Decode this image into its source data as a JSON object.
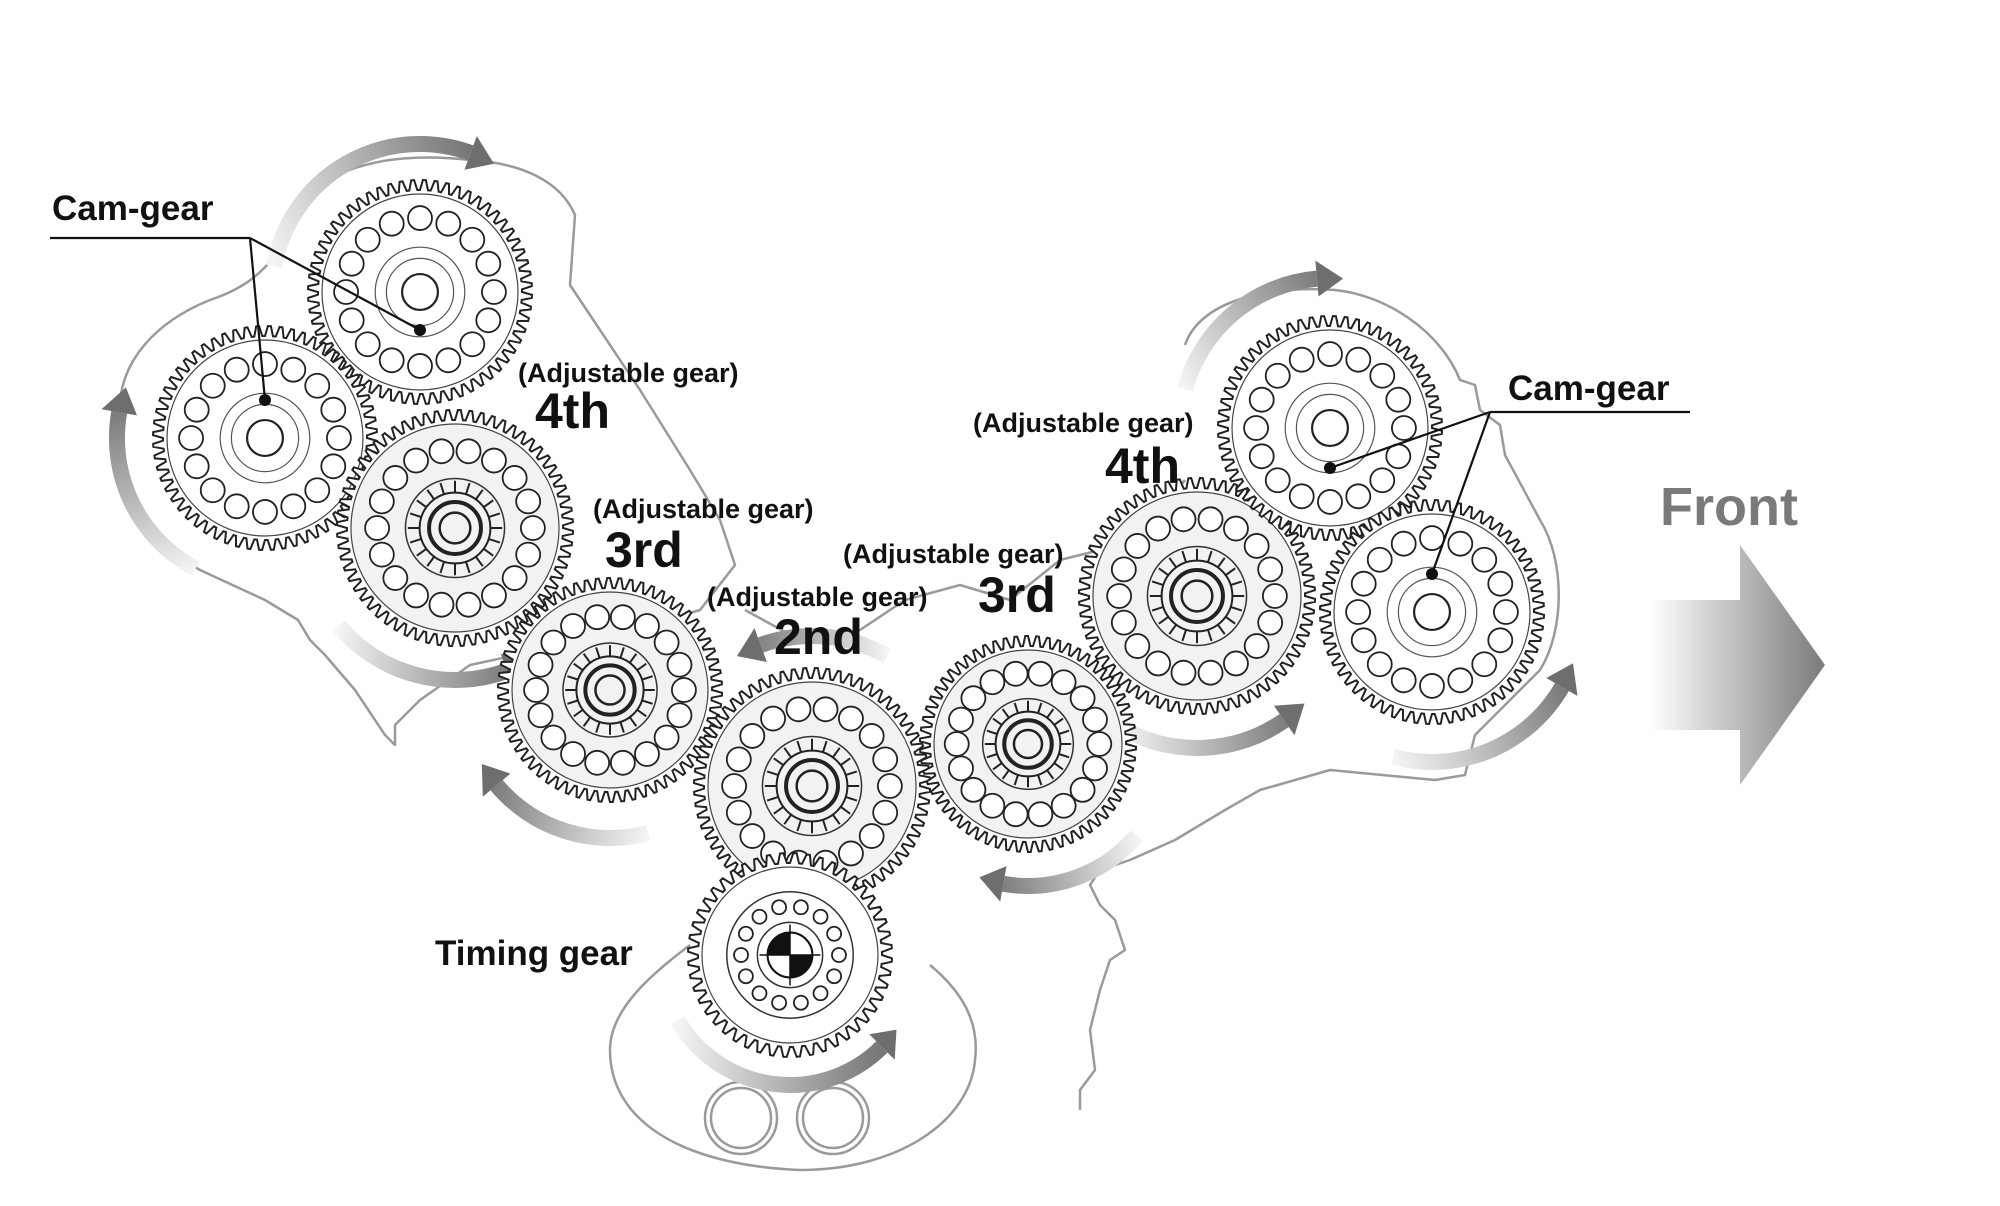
{
  "labels": {
    "cam_gear_left": "Cam-gear",
    "cam_gear_right": "Cam-gear",
    "adj_4th_left_sub": "(Adjustable gear)",
    "adj_4th_left_ord": "4th",
    "adj_3rd_left_sub": "(Adjustable gear)",
    "adj_3rd_left_ord": "3rd",
    "adj_2nd_sub": "(Adjustable gear)",
    "adj_2nd_ord": "2nd",
    "adj_3rd_right_sub": "(Adjustable gear)",
    "adj_3rd_right_ord": "3rd",
    "adj_4th_right_sub": "(Adjustable gear)",
    "adj_4th_right_ord": "4th",
    "timing_gear": "Timing gear",
    "front": "Front"
  },
  "gears": [
    {
      "name": "cam-gear-left-upper",
      "role": "cam",
      "teeth": 60
    },
    {
      "name": "cam-gear-left-lower",
      "role": "cam",
      "teeth": 60
    },
    {
      "name": "adjustable-gear-4th-left",
      "role": "adjustable",
      "teeth": 64
    },
    {
      "name": "adjustable-gear-3rd-left",
      "role": "adjustable",
      "teeth": 62
    },
    {
      "name": "adjustable-gear-2nd",
      "role": "adjustable",
      "teeth": 64
    },
    {
      "name": "adjustable-gear-3rd-right",
      "role": "adjustable",
      "teeth": 62
    },
    {
      "name": "adjustable-gear-4th-right",
      "role": "adjustable",
      "teeth": 64
    },
    {
      "name": "cam-gear-right-upper",
      "role": "cam",
      "teeth": 60
    },
    {
      "name": "cam-gear-right-lower",
      "role": "cam",
      "teeth": 60
    },
    {
      "name": "timing-gear",
      "role": "timing",
      "teeth": 48
    }
  ],
  "colors": {
    "ink": "#111111",
    "outline": "#9a9a9a",
    "arrow_dark": "#6e6e6e",
    "arrow_light": "#f4f4f4"
  }
}
